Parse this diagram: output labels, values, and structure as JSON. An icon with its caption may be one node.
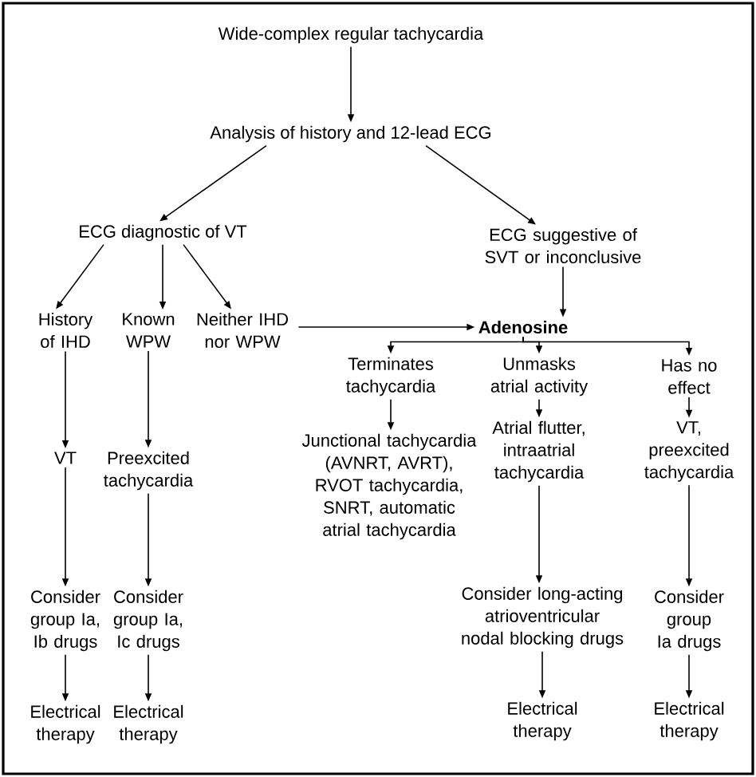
{
  "diagram": {
    "nodes": [
      {
        "text": [
          "Wide-complex regular tachycardia"
        ]
      },
      {
        "text": [
          "Analysis of history and 12-lead ECG"
        ]
      },
      {
        "text": [
          "ECG diagnostic of VT"
        ]
      },
      {
        "text": [
          "ECG suggestive of SVT or inconclusive"
        ]
      },
      {
        "text": [
          "History of IHD"
        ]
      },
      {
        "text": [
          "Known WPW"
        ]
      },
      {
        "text": [
          "Neither IHD nor WPW"
        ]
      },
      {
        "text": [
          "Adenosine"
        ]
      },
      {
        "text": [
          "Terminates tachycardia"
        ]
      },
      {
        "text": [
          "Unmasks atrial activity"
        ]
      },
      {
        "text": [
          "Has no effect"
        ]
      },
      {
        "text": [
          "VT"
        ]
      },
      {
        "text": [
          "Preexcited tachycardia"
        ]
      },
      {
        "text": [
          "Junctional tachycardia (AVNRT, AVRT), RVOT tachycardia, SNRT, automatic atrial tachycardia"
        ]
      },
      {
        "text": [
          "Atrial flutter, intraatrial tachycardia"
        ]
      },
      {
        "text": [
          "VT, preexcited tachycardia"
        ]
      },
      {
        "text": [
          "Consider group Ia, Ib drugs"
        ]
      },
      {
        "text": [
          "Consider group Ia, Ic drugs"
        ]
      },
      {
        "text": [
          "Consider long-acting atrioventricular nodal blocking drugs"
        ]
      },
      {
        "text": [
          "Consider group Ia drugs"
        ]
      },
      {
        "text": [
          "Electrical therapy"
        ]
      },
      {
        "text": [
          "Electrical therapy"
        ]
      },
      {
        "text": [
          "Electrical therapy"
        ]
      },
      {
        "text": [
          "Electrical therapy"
        ]
      }
    ],
    "edges": [
      {
        "from": 0,
        "to": 1,
        "arrow": "to"
      },
      {
        "from": 1,
        "to": 2,
        "arrow": "to"
      },
      {
        "from": 1,
        "to": 3,
        "arrow": "to"
      },
      {
        "from": 2,
        "to": 4,
        "arrow": "to"
      },
      {
        "from": 2,
        "to": 5,
        "arrow": "to"
      },
      {
        "from": 2,
        "to": 6,
        "arrow": "to"
      },
      {
        "from": 3,
        "to": 7,
        "arrow": "to"
      },
      {
        "from": 6,
        "to": 7,
        "arrow": "to"
      },
      {
        "from": 7,
        "to": 8,
        "arrow": "to"
      },
      {
        "from": 7,
        "to": 9,
        "arrow": "to"
      },
      {
        "from": 7,
        "to": 10,
        "arrow": "to"
      },
      {
        "from": 4,
        "to": 11,
        "arrow": "to"
      },
      {
        "from": 5,
        "to": 12,
        "arrow": "to"
      },
      {
        "from": 8,
        "to": 13,
        "arrow": "to"
      },
      {
        "from": 9,
        "to": 14,
        "arrow": "to"
      },
      {
        "from": 10,
        "to": 15,
        "arrow": "to"
      },
      {
        "from": 11,
        "to": 16,
        "arrow": "to"
      },
      {
        "from": 12,
        "to": 17,
        "arrow": "to"
      },
      {
        "from": 14,
        "to": 18,
        "arrow": "to"
      },
      {
        "from": 15,
        "to": 19,
        "arrow": "to"
      },
      {
        "from": 16,
        "to": 20,
        "arrow": "to"
      },
      {
        "from": 17,
        "to": 21,
        "arrow": "to"
      },
      {
        "from": 18,
        "to": 22,
        "arrow": "to"
      },
      {
        "from": 19,
        "to": 23,
        "arrow": "to"
      }
    ]
  }
}
